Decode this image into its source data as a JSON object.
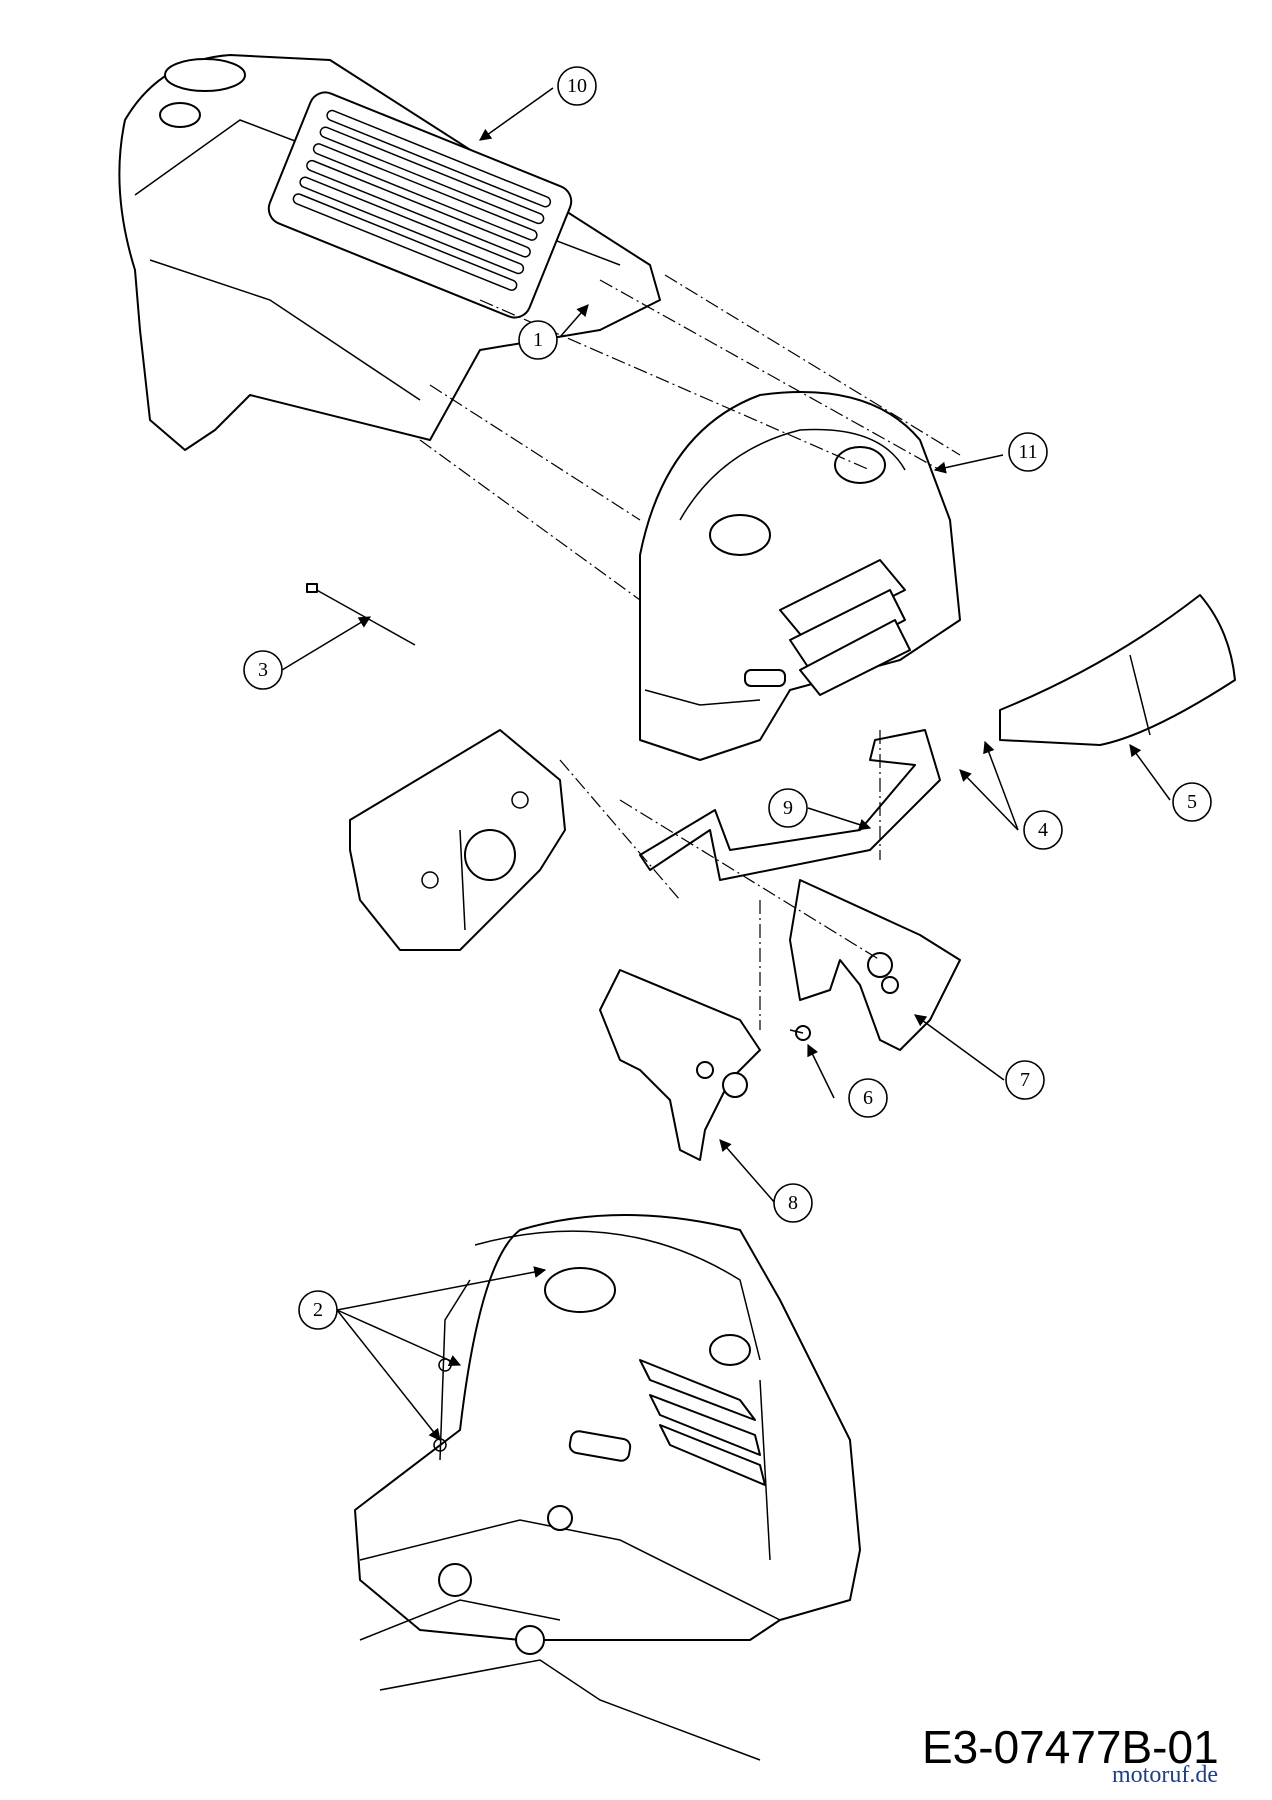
{
  "callouts": {
    "c1": "1",
    "c2": "2",
    "c3": "3",
    "c4": "4",
    "c5": "5",
    "c6": "6",
    "c7": "7",
    "c8": "8",
    "c9": "9",
    "c10": "10",
    "c11": "11"
  },
  "drawing_number": "E3-07477B-01",
  "watermark": "motoruf.de"
}
